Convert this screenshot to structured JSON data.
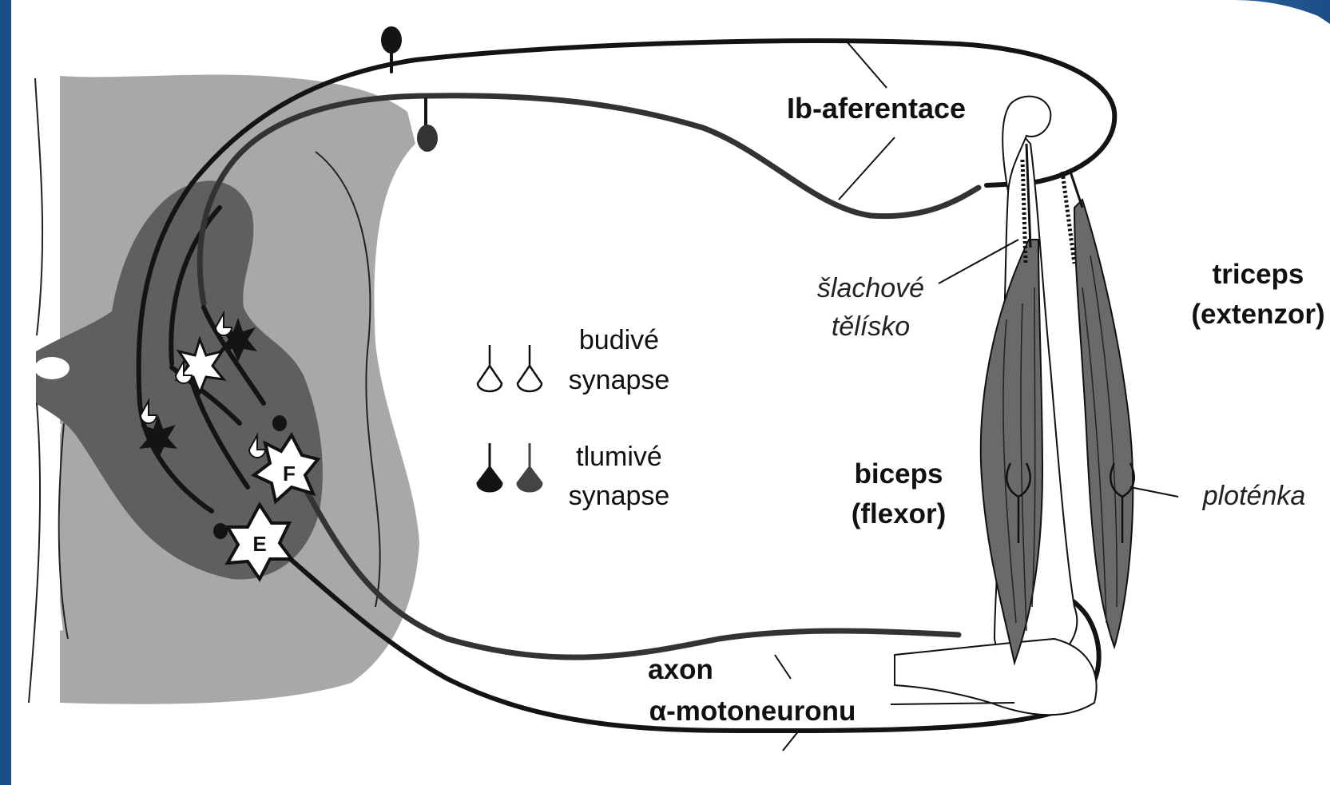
{
  "labels": {
    "ib_afferent": "Ib-aferentace",
    "tendon_organ_line1": "šlachové",
    "tendon_organ_line2": "tělísko",
    "triceps_line1": "triceps",
    "triceps_line2": "(extenzor)",
    "biceps_line1": "biceps",
    "biceps_line2": "(flexor)",
    "endplate": "ploténka",
    "axon_line1": "axon",
    "axon_line2": "α-motoneuronu",
    "neuron_f": "F",
    "neuron_e": "E"
  },
  "legend": {
    "excitatory_line1": "budivé",
    "excitatory_line2": "synapse",
    "inhibitory_line1": "tlumivé",
    "inhibitory_line2": "synapse"
  },
  "colors": {
    "grey_matter": "#5f5f5f",
    "white_matter": "#a8a8a8",
    "muscle": "#6a6a6a",
    "nerve": "#141414",
    "background": "#ffffff"
  }
}
